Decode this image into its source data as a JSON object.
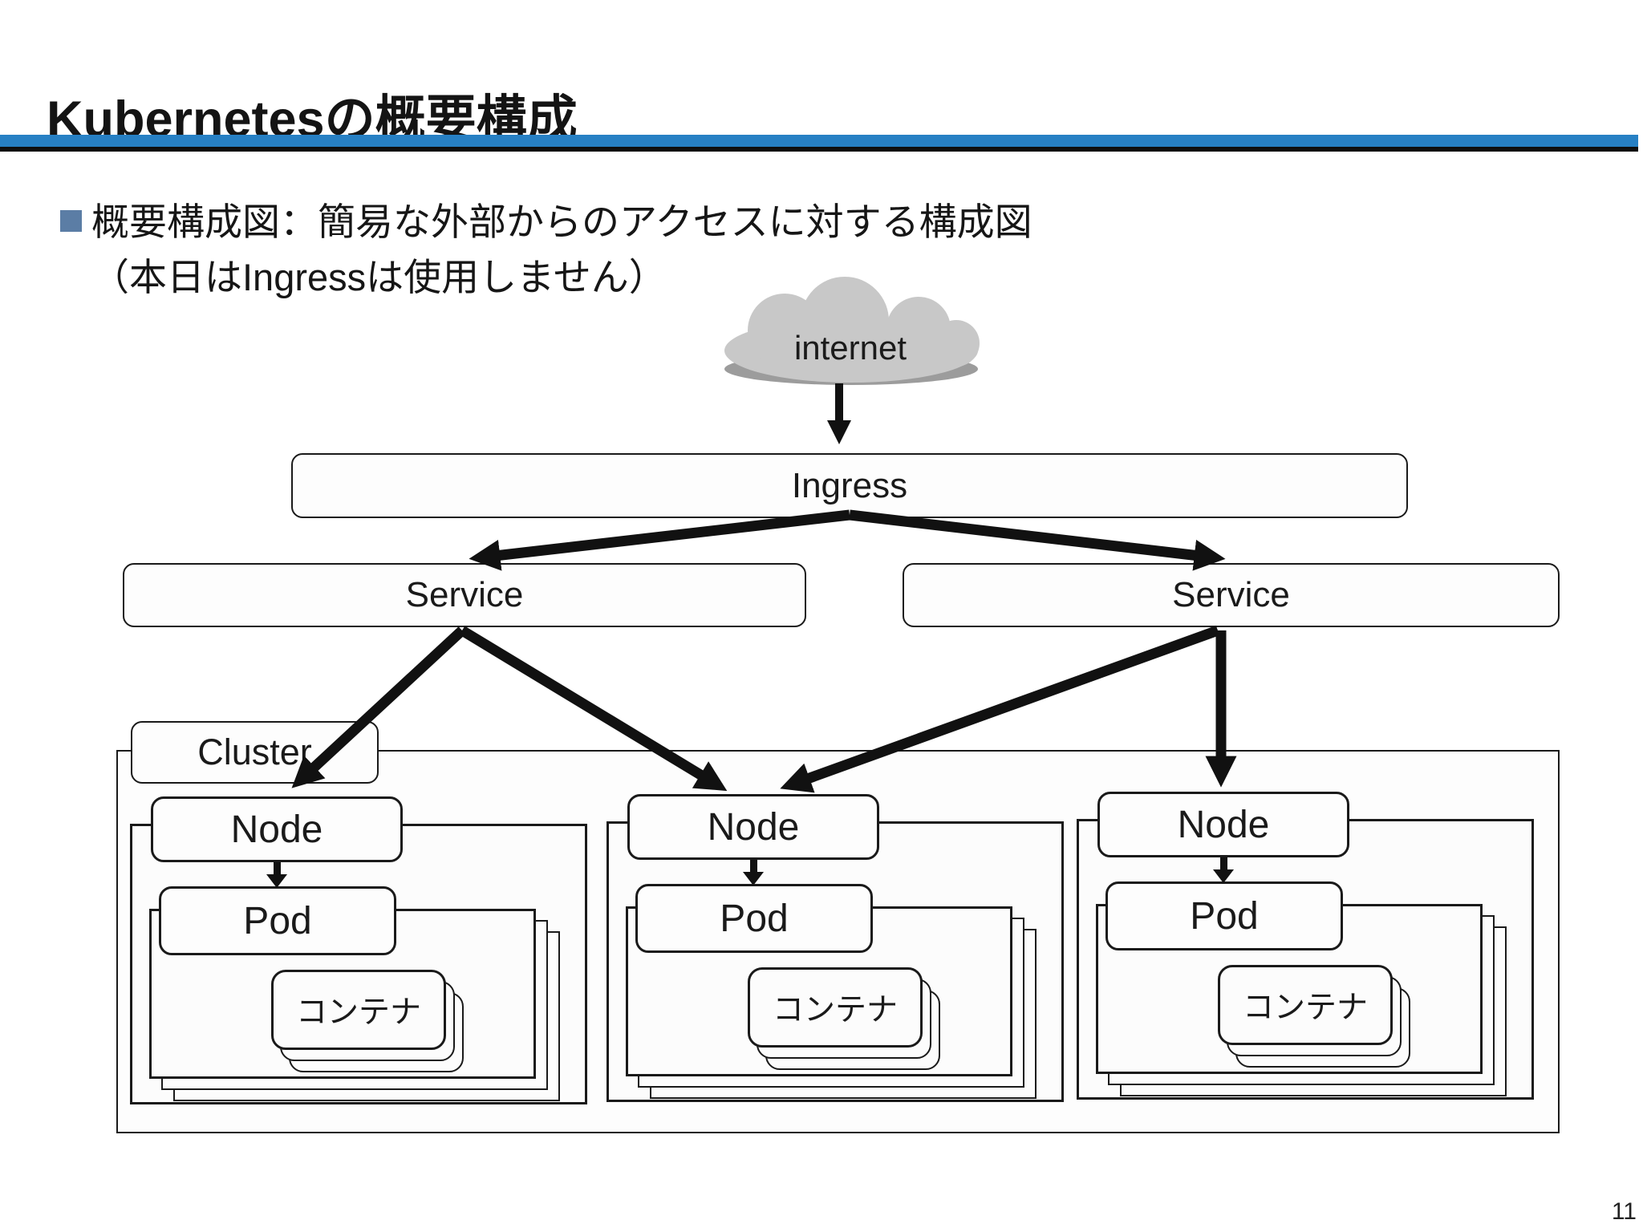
{
  "header": {
    "title": "Kubernetesの概要構成"
  },
  "bullet": {
    "line1": "概要構成図：簡易な外部からのアクセスに対する構成図",
    "line2": "（本日はIngressは使用しません）"
  },
  "diagram": {
    "internet_label": "internet",
    "ingress_label": "Ingress",
    "service_left_label": "Service",
    "service_right_label": "Service",
    "cluster_label": "Cluster",
    "node_groups": [
      {
        "node_label": "Node",
        "pod_label": "Pod",
        "container_label": "コンテナ"
      },
      {
        "node_label": "Node",
        "pod_label": "Pod",
        "container_label": "コンテナ"
      },
      {
        "node_label": "Node",
        "pod_label": "Pod",
        "container_label": "コンテナ"
      }
    ]
  },
  "page": {
    "number": "11"
  },
  "colors": {
    "accent_bar": "#2780c4",
    "bullet_square": "#5b7da5",
    "cloud_fill": "#c8c8c8",
    "cloud_shadow": "#9c9c9c"
  }
}
